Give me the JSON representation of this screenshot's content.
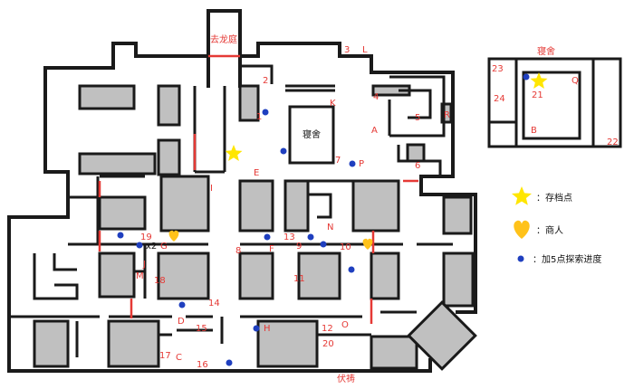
{
  "labels": {
    "to_courtyard": "去龙庭",
    "dorm_main": "寝舍",
    "dorm_annex": "寝舍",
    "ambush": "伏祷",
    "multiplier": "x2"
  },
  "markers": {
    "n1": "1",
    "n2": "2",
    "n3": "3",
    "n4": "4",
    "n5": "5",
    "n6": "6",
    "n7": "7",
    "n8": "8",
    "n9": "9",
    "n10": "10",
    "n11": "11",
    "n12": "12",
    "n13": "13",
    "n14": "14",
    "n15": "15",
    "n16": "16",
    "n17": "17",
    "n18": "18",
    "n19": "19",
    "n20": "20",
    "n21": "21",
    "n22": "22",
    "n23": "23",
    "n24": "24",
    "A": "A",
    "B": "B",
    "C": "C",
    "D": "D",
    "E": "E",
    "F": "F",
    "G": "G",
    "H": "H",
    "I": "I",
    "J": "J",
    "K": "K",
    "L": "L",
    "M": "M",
    "N": "N",
    "O": "O",
    "P": "P",
    "Q": "Q",
    "R": "R"
  },
  "legend": {
    "save_point": "：存档点",
    "merchant": "：商人",
    "explore_bonus": "：加5点探索进度"
  },
  "colors": {
    "wall": "#1a1a1a",
    "block": "#c0c0c0",
    "door": "#e53935",
    "label": "#e53935",
    "dot": "#1f3fbf",
    "star": "#ffe600",
    "heart": "#ffc21a"
  },
  "icons": {
    "save_point": "star-icon",
    "merchant": "heart-icon",
    "explore_point": "dot-icon"
  }
}
